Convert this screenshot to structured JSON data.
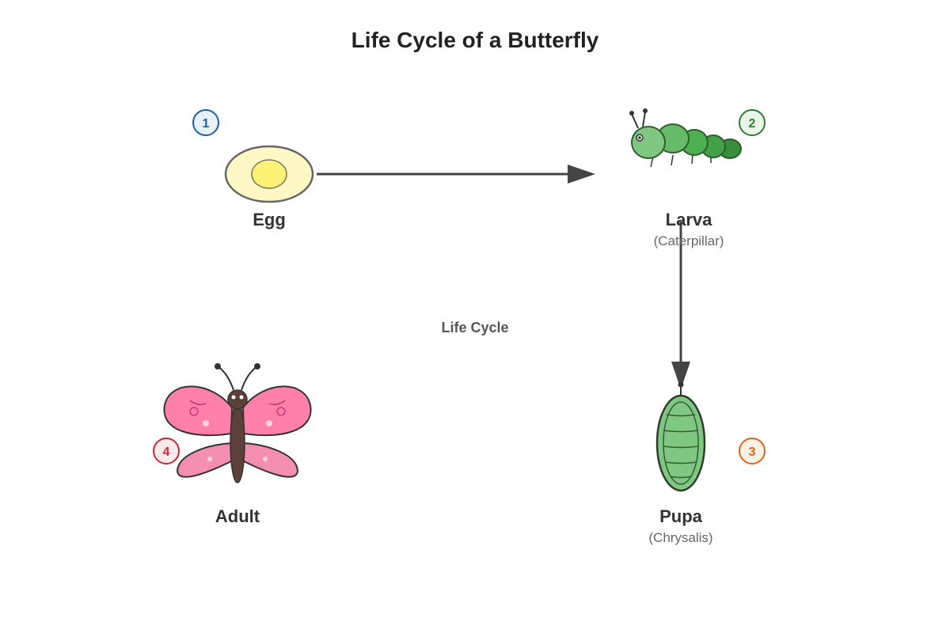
{
  "title": "Life Cycle of a Butterfly",
  "center_label": "Life Cycle",
  "stages": [
    {
      "number": "1",
      "name": "Egg",
      "subtitle": "",
      "badge_color": "#1a5fa8",
      "badge_fill": "#e8f1fb",
      "icon": "egg-icon"
    },
    {
      "number": "2",
      "name": "Larva",
      "subtitle": "(Caterpillar)",
      "badge_color": "#2e7d32",
      "badge_fill": "#eaf6ea",
      "icon": "caterpillar-icon"
    },
    {
      "number": "3",
      "name": "Pupa",
      "subtitle": "(Chrysalis)",
      "badge_color": "#d2691e",
      "badge_fill": "#fdf1e6",
      "icon": "chrysalis-icon"
    },
    {
      "number": "4",
      "name": "Adult",
      "subtitle": "",
      "badge_color": "#c62838",
      "badge_fill": "#fde8ea",
      "icon": "butterfly-icon"
    }
  ],
  "colors": {
    "arrow": "#444444",
    "egg_shell": "#fff8c4",
    "egg_yolk": "#fff176",
    "caterpillar_green": "#4caf50",
    "pupa_green": "#81c784",
    "wing_pink": "#ff80ab",
    "body_brown": "#5d4037"
  }
}
